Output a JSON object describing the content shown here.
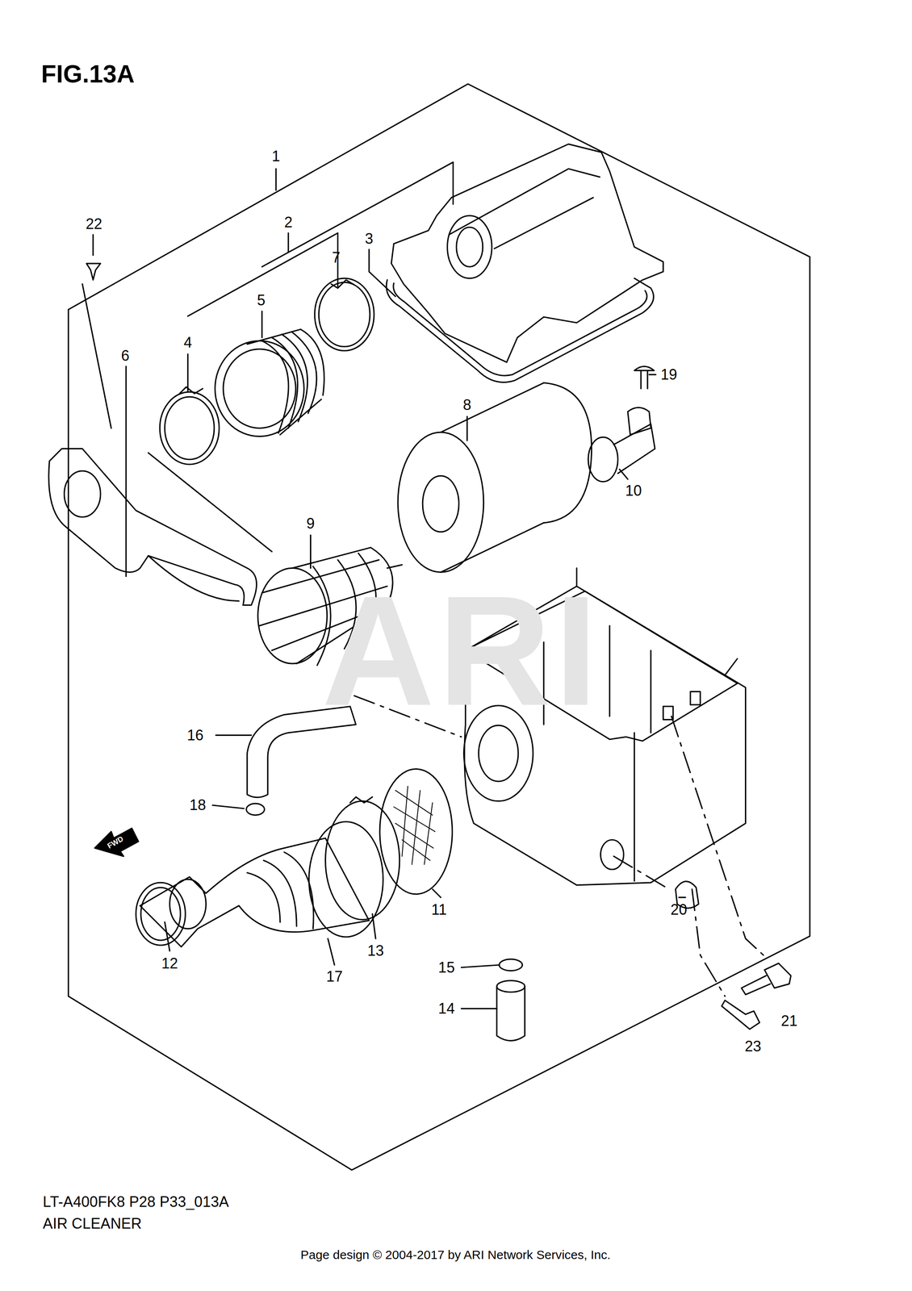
{
  "diagram": {
    "title": "FIG.13A",
    "caption": "Page design © 2004-2017 by ARI Network Services, Inc.",
    "labels": [
      "1",
      "2",
      "3",
      "4",
      "5",
      "6",
      "7",
      "8",
      "9",
      "10",
      "11",
      "12",
      "13",
      "14",
      "15",
      "16",
      "17",
      "18",
      "19",
      "20",
      "21",
      "22",
      "23",
      "LT-A400FK8 P28 P33_013A",
      "AIR CLEANER",
      "ARI",
      "FWD"
    ]
  }
}
